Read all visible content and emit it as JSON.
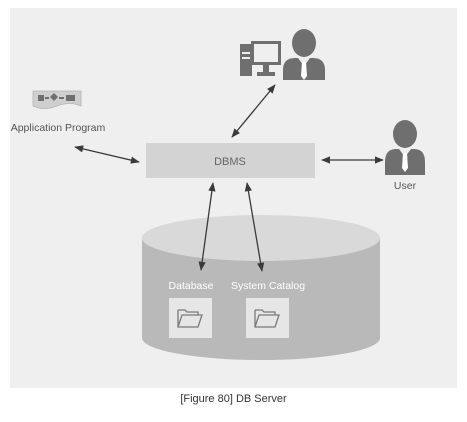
{
  "diagram": {
    "dbms_label": "DBMS",
    "application_label": "Application Program",
    "user_label": "User",
    "database_label": "Database",
    "catalog_label": "System Catalog",
    "caption": "[Figure 80] DB Server"
  },
  "icons": {
    "application": "flowchart-document-icon",
    "computer": "desktop-computer-icon",
    "person": "person-icon",
    "folder": "folder-icon"
  },
  "colors": {
    "panel": "#efefef",
    "dbms_box": "#d3d3d3",
    "cylinder_body": "#b9b9b9",
    "cylinder_top": "#d9d9d9",
    "folder_tile": "#e6e6e6",
    "icon_gray": "#6f6f6f",
    "arrow": "#3a3a3a",
    "text": "#555555"
  }
}
